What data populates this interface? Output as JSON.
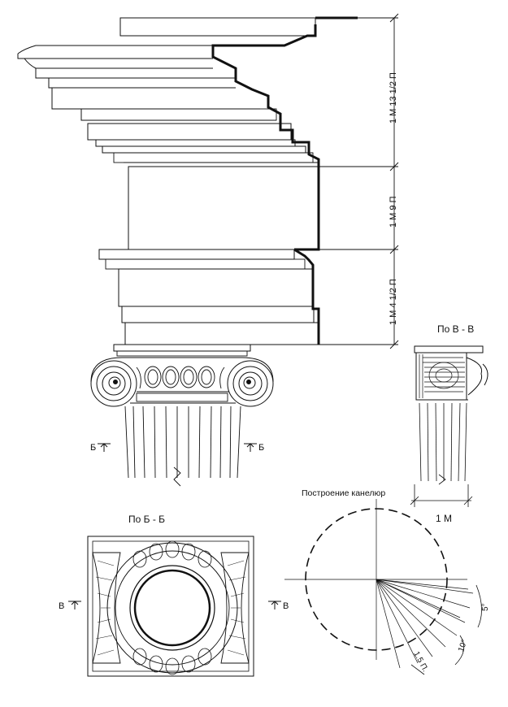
{
  "entablature": {
    "cornice_height": "1 М 13 1/2 П",
    "frieze_height": "1 М 9 П",
    "architrave_height": "1 М 4 1/2 П"
  },
  "side_section": {
    "title": "По  В - В",
    "width_label": "1 М"
  },
  "plan_section": {
    "title": "По  Б - Б",
    "marker_label": "В"
  },
  "section_marker": {
    "label": "Б"
  },
  "flute_construction": {
    "title": "Построение канелюр",
    "angle_small": "5°",
    "angle_large": "10°",
    "flute_width": "1.5 П."
  },
  "colors": {
    "ink": "#111111",
    "paper": "#ffffff"
  }
}
